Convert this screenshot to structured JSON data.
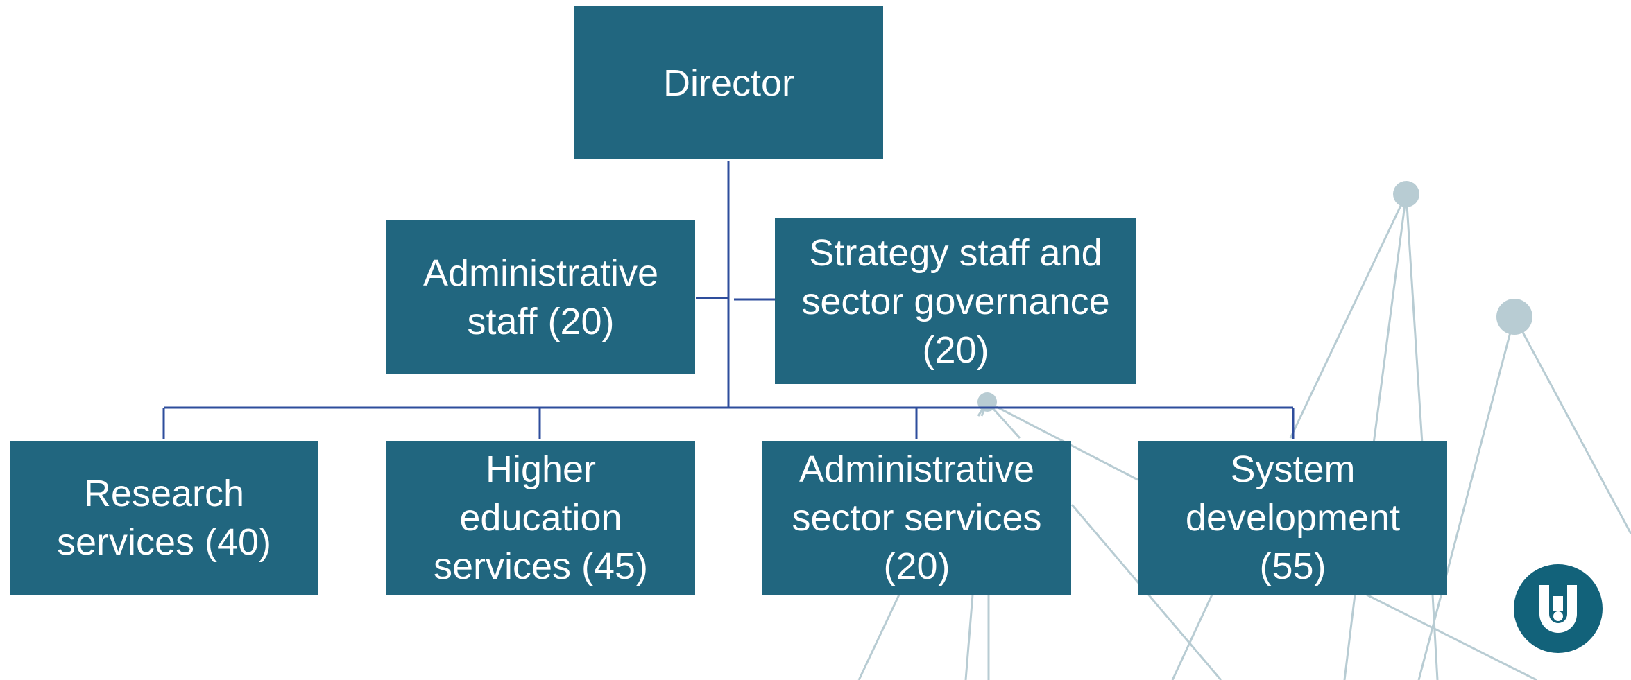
{
  "diagram": {
    "type": "org-chart",
    "colors": {
      "box_fill": "#21667f",
      "box_text": "#ffffff",
      "connector": "#2e4d9c",
      "decoration": "#b8ccd3",
      "logo": "#12627a"
    },
    "root": {
      "label": "Director"
    },
    "staff_units": [
      {
        "label": "Administrative\nstaff (20)"
      },
      {
        "label": "Strategy staff and\nsector governance\n(20)"
      }
    ],
    "departments": [
      {
        "label": "Research\nservices (40)"
      },
      {
        "label": "Higher\neducation\nservices (45)"
      },
      {
        "label": "Administrative\nsector services\n(20)"
      },
      {
        "label": "System\ndevelopment\n(55)"
      }
    ],
    "logo": {
      "icon": "u-logo-icon"
    }
  }
}
